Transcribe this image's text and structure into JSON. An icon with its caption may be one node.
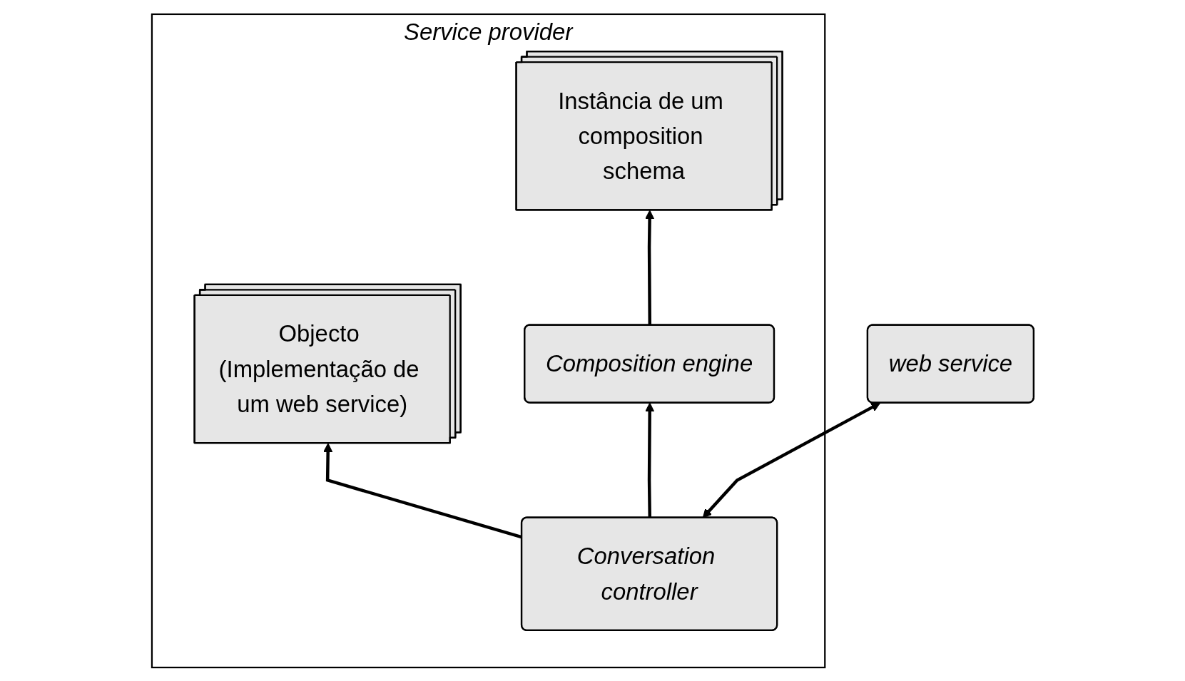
{
  "diagram": {
    "nodes": [
      {
        "text": [
          "Service provider"
        ]
      },
      {
        "text": [
          "Instância de um composition schema"
        ],
        "in": 0
      },
      {
        "text": [
          "Objecto (Implementação de um web service)"
        ],
        "in": 0
      },
      {
        "text": [
          "Composition engine"
        ],
        "in": 0
      },
      {
        "text": [
          "Conversation controller"
        ],
        "in": 0
      },
      {
        "text": [
          "web service"
        ]
      }
    ],
    "edges": [
      {
        "from": 4,
        "to": 2,
        "arrow": "to"
      },
      {
        "from": 4,
        "to": 3,
        "arrow": "to"
      },
      {
        "from": 3,
        "to": 1,
        "arrow": "to"
      },
      {
        "from": 4,
        "to": 5,
        "arrow": "both"
      }
    ]
  }
}
